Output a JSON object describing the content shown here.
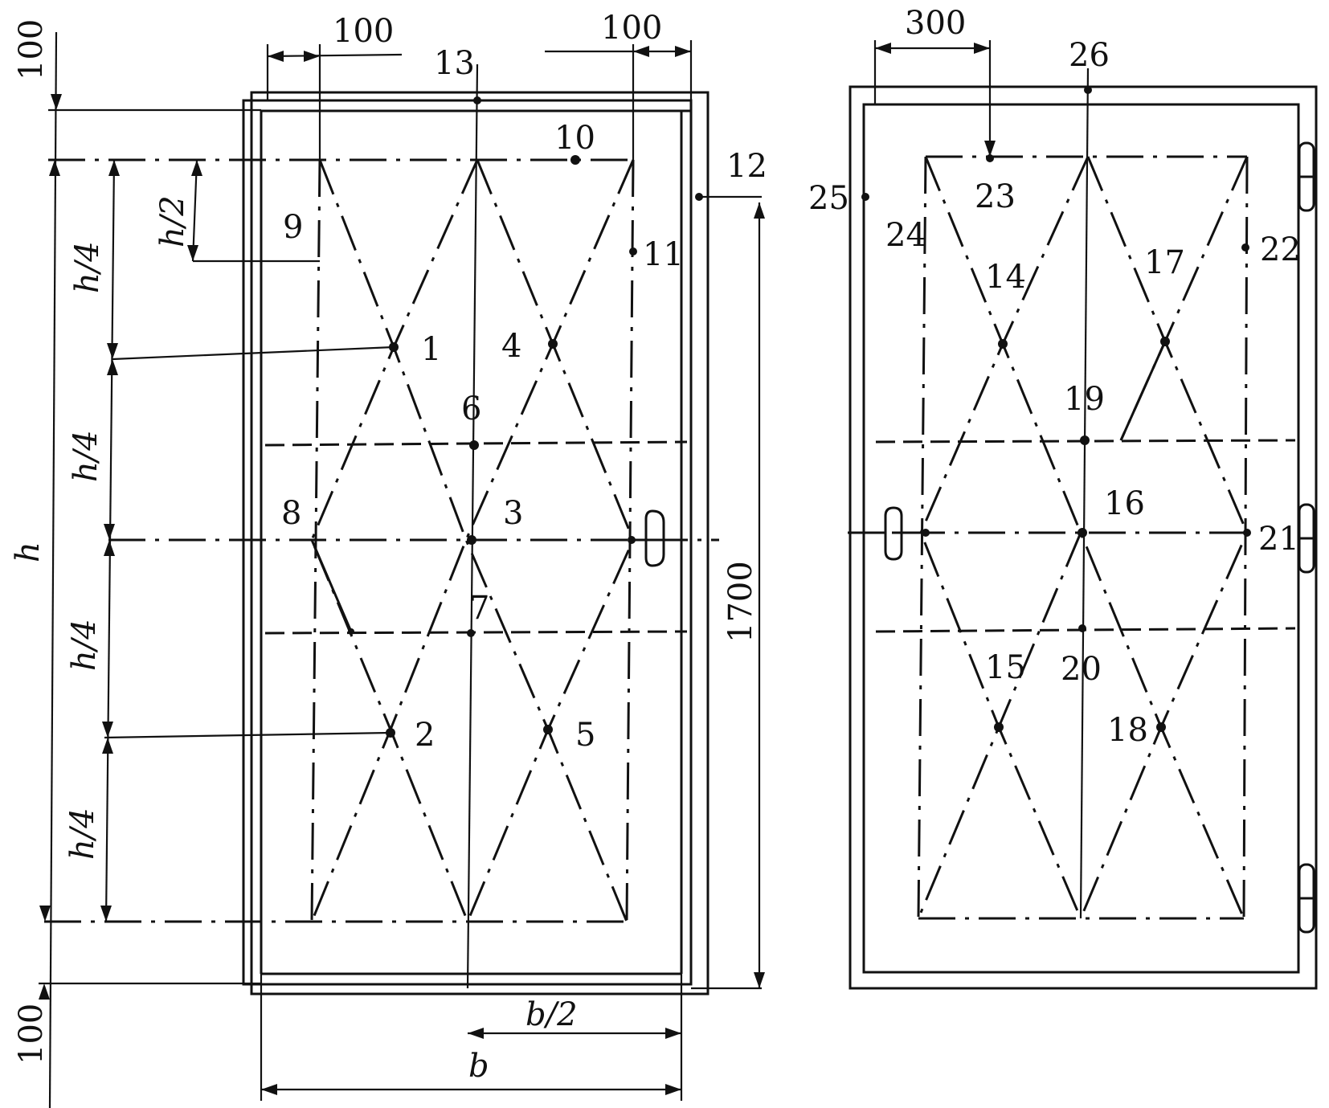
{
  "left_view": {
    "dims": {
      "top_offset": "100",
      "bottom_offset": "100",
      "left_margin": "100",
      "right_margin": "100",
      "height_total": "h",
      "half_h": "h/2",
      "quarter_h": "h/4",
      "half_b": "b/2",
      "width_b": "b",
      "height_1700": "1700"
    },
    "points": [
      "1",
      "2",
      "3",
      "4",
      "5",
      "6",
      "7",
      "8",
      "9",
      "10",
      "11",
      "12",
      "13"
    ]
  },
  "right_view": {
    "dims": {
      "offset_300": "300"
    },
    "points": [
      "14",
      "15",
      "16",
      "17",
      "18",
      "19",
      "20",
      "21",
      "22",
      "23",
      "24",
      "25",
      "26"
    ]
  }
}
